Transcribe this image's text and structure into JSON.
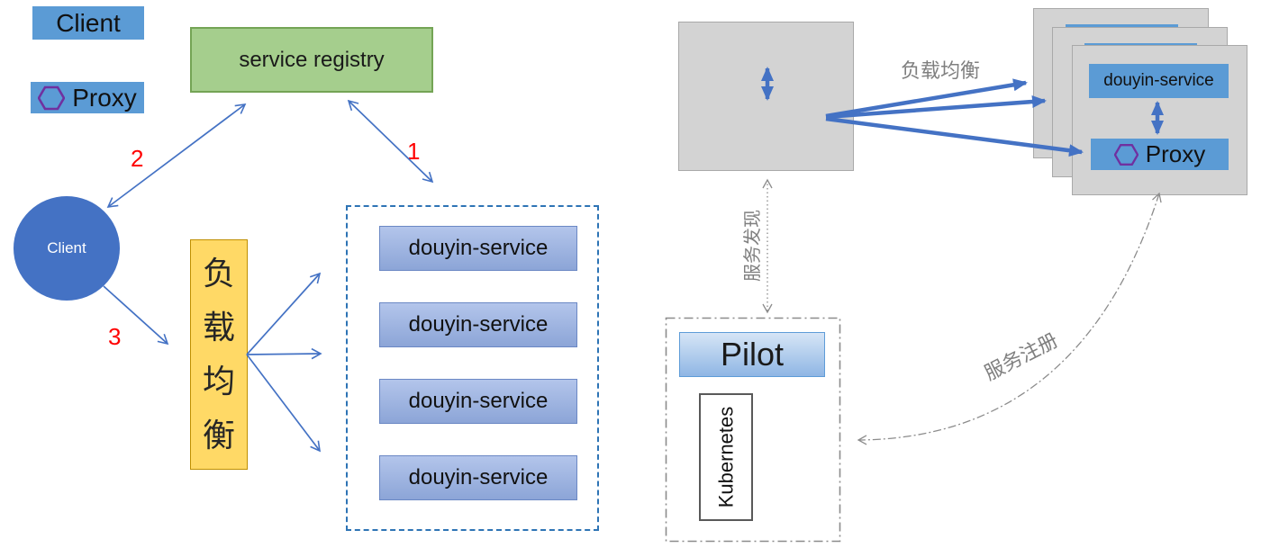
{
  "left_diagram": {
    "registry_label": "service registry",
    "client_label": "Client",
    "load_balancer_label": "负载均衡",
    "steps": {
      "one": "1",
      "two": "2",
      "three": "3"
    },
    "services": [
      "douyin-service",
      "douyin-service",
      "douyin-service",
      "douyin-service"
    ]
  },
  "right_diagram": {
    "client_label": "Client",
    "client_proxy_label": "Proxy",
    "lb_arrow_label": "负载均衡",
    "service_label": "douyin-service",
    "service_proxy_label": "Proxy",
    "discovery_label": "服务发现",
    "registration_label": "服务注册",
    "pilot_label": "Pilot",
    "kubernetes_label": "Kubernetes"
  },
  "colors": {
    "arrow_blue": "#4472C4",
    "box_blue": "#5B9BD5",
    "service_box_fill": "#9FB6E2",
    "registry_green_fill": "#A5CE8D",
    "registry_green_border": "#74A455",
    "lb_yellow_fill": "#FFD966",
    "lb_yellow_border": "#BF8F00",
    "dashed_blue_border": "#2E74B5",
    "card_gray_fill": "#D3D3D3",
    "label_gray": "#7F7F7F",
    "step_red": "#FF0000",
    "hexagon_purple": "#7030A0"
  }
}
